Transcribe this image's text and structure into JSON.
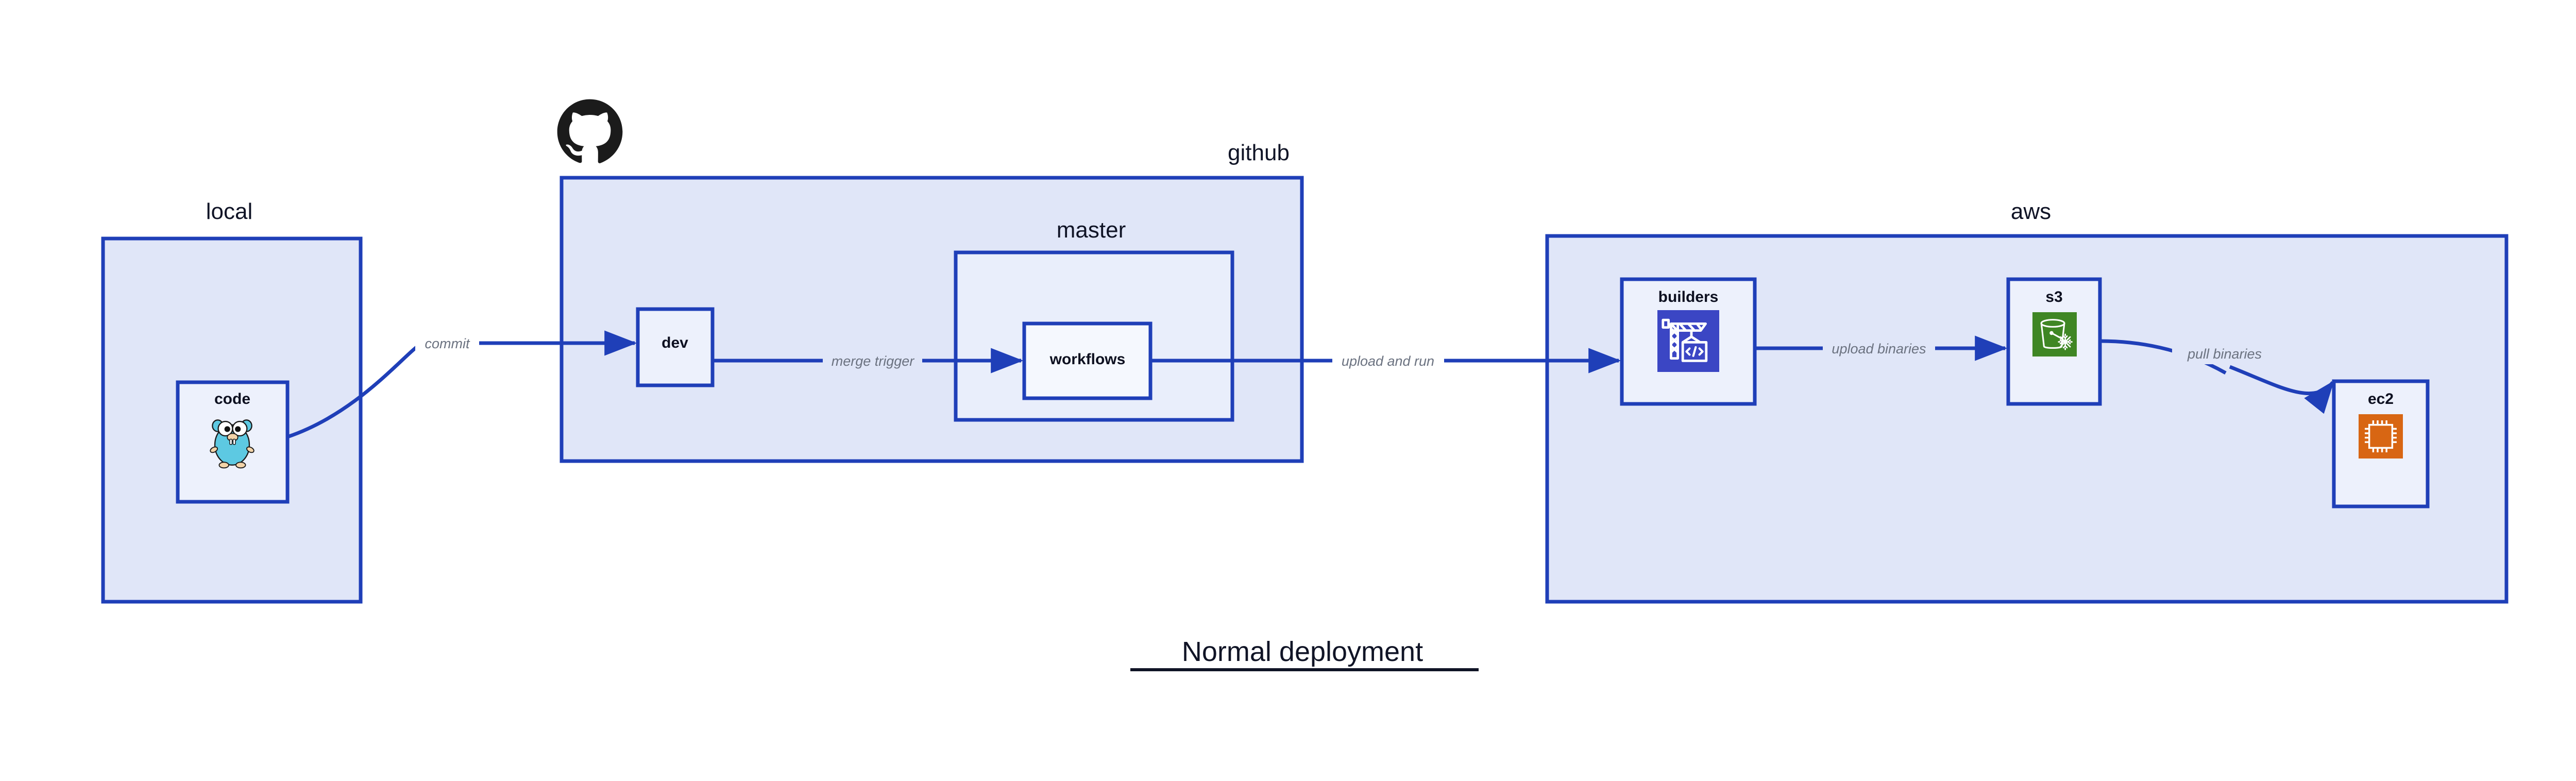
{
  "diagram": {
    "title": "Normal deployment",
    "colors": {
      "border_blue": "#1F3FB8",
      "group_fill": "#E0E6F8",
      "node_fill": "#EDF1FC",
      "inner_fill": "#F5F8FE",
      "arrow_blue": "#1F3FB8",
      "edge_label_grey": "#6b7280",
      "label_navy": "#101426",
      "octocat_black": "#1B1B1B",
      "gopher_cyan": "#5DC9E2",
      "builders_blue": "#3B46C4",
      "s3_green": "#3F8624",
      "ec2_orange": "#D86613"
    },
    "groups": [
      {
        "id": "local",
        "label": "local"
      },
      {
        "id": "github",
        "label": "github"
      },
      {
        "id": "master",
        "label": "master"
      },
      {
        "id": "aws",
        "label": "aws"
      }
    ],
    "nodes": [
      {
        "id": "code",
        "label": "code",
        "icon": "go-gopher-icon",
        "group": "local"
      },
      {
        "id": "dev",
        "label": "dev",
        "icon": null,
        "group": "github"
      },
      {
        "id": "workflows",
        "label": "workflows",
        "icon": null,
        "group": "master"
      },
      {
        "id": "builders",
        "label": "builders",
        "icon": "aws-builders-crane-icon",
        "group": "aws"
      },
      {
        "id": "s3",
        "label": "s3",
        "icon": "aws-s3-bucket-icon",
        "group": "aws"
      },
      {
        "id": "ec2",
        "label": "ec2",
        "icon": "aws-ec2-chip-icon",
        "group": "aws"
      }
    ],
    "edges": [
      {
        "id": "commit",
        "label": "commit",
        "from": "code",
        "to": "dev"
      },
      {
        "id": "merge-trigger",
        "label": "merge trigger",
        "from": "dev",
        "to": "workflows"
      },
      {
        "id": "upload-and-run",
        "label": "upload and run",
        "from": "workflows",
        "to": "builders"
      },
      {
        "id": "upload-binaries",
        "label": "upload binaries",
        "from": "builders",
        "to": "s3"
      },
      {
        "id": "pull-binaries",
        "label": "pull binaries",
        "from": "s3",
        "to": "ec2"
      }
    ],
    "logos": [
      {
        "id": "github-octocat",
        "name": "github-octocat-logo"
      }
    ]
  }
}
